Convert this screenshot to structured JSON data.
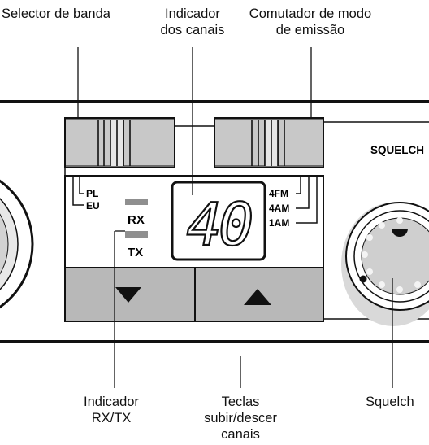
{
  "callouts": {
    "band_selector": "Selector de banda",
    "channel_indicator_line1": "Indicador",
    "channel_indicator_line2": "dos canais",
    "mode_switch_line1": "Comutador de modo",
    "mode_switch_line2": "de emissão",
    "rxtx_indicator_line1": "Indicador",
    "rxtx_indicator_line2": "RX/TX",
    "keys_line1": "Teclas",
    "keys_line2": "subir/descer",
    "keys_line3": "canais",
    "squelch": "Squelch"
  },
  "panel": {
    "band_pl": "PL",
    "band_eu": "EU",
    "rx": "RX",
    "tx": "TX",
    "channel_display": "40",
    "mode_4fm": "4FM",
    "mode_4am": "4AM",
    "mode_1am": "1AM",
    "squelch_label": "SQUELCH"
  },
  "colors": {
    "slider_gray": "#c8c8c8",
    "button_gray": "#b8b8b8",
    "led_gray": "#8f8f8f",
    "knob_light": "#f4f4f4",
    "knob_shadow": "#d9d9d9"
  }
}
